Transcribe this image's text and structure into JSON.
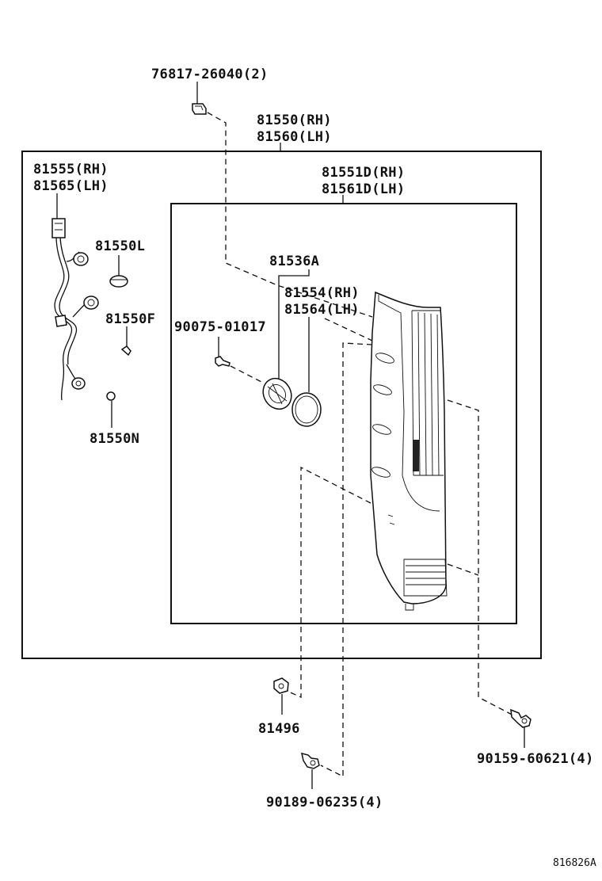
{
  "labels": {
    "clip_top": "76817-26040(2)",
    "lamp_assy_rh": "81550(RH)",
    "lamp_assy_lh": "81560(LH)",
    "socket_wire_rh": "81555(RH)",
    "socket_wire_lh": "81565(LH)",
    "lens_body_rh": "81551D(RH)",
    "lens_body_lh": "81561D(LH)",
    "bulb_l": "81550L",
    "bulb_f": "81550F",
    "bulb_n": "81550N",
    "socket": "81536A",
    "gasket_rh": "81554(RH)",
    "gasket_lh": "81564(LH)",
    "screw_small": "90075-01017",
    "nut": "81496",
    "bolt_right": "90159-60621(4)",
    "screw_bottom": "90189-06235(4)",
    "diagram_id": "816826A"
  }
}
